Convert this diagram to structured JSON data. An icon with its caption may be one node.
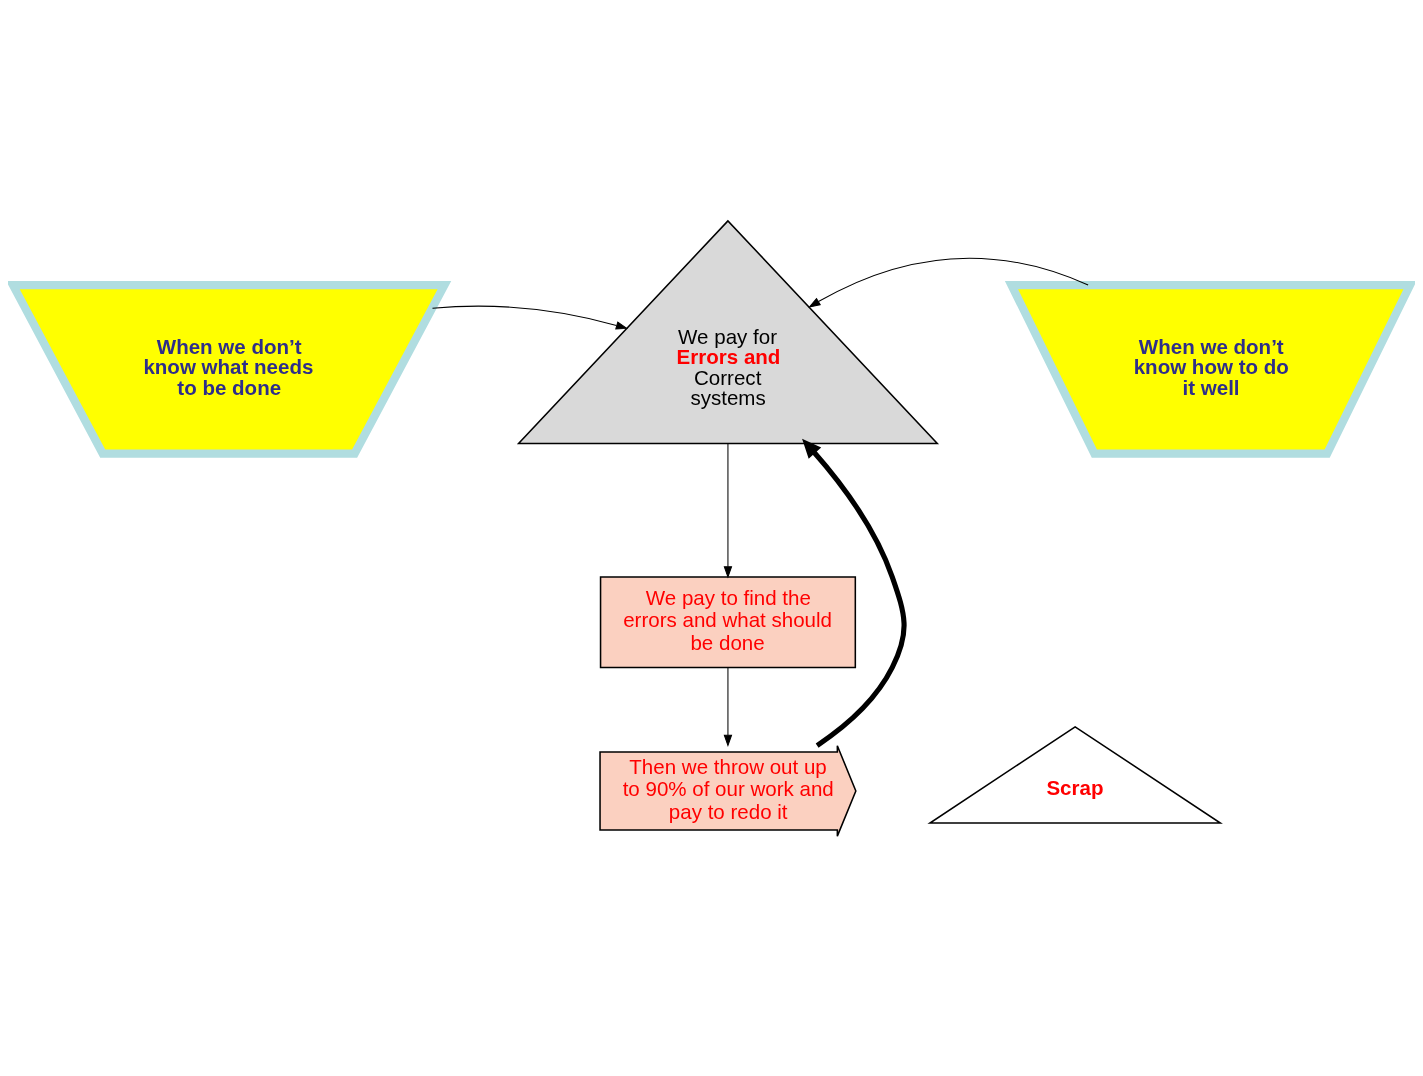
{
  "diagram": {
    "nodes": [
      {
        "text": [
          "When we don’t know what needs to be done"
        ]
      },
      {
        "text": [
          "We pay for",
          "Errors and",
          "Correct",
          "systems"
        ]
      },
      {
        "text": [
          "When we don’t know how to do it well"
        ]
      },
      {
        "text": [
          "We pay to find the errors and what should be done"
        ]
      },
      {
        "text": [
          "Then we throw out up to 90% of our work and pay to redo it"
        ]
      },
      {
        "text": [
          "Scrap"
        ]
      }
    ],
    "edges": [
      {
        "from": 0,
        "to": 1,
        "arrow": "to"
      },
      {
        "from": 2,
        "to": 1,
        "arrow": "to"
      },
      {
        "from": 1,
        "to": 3,
        "arrow": "to"
      },
      {
        "from": 3,
        "to": 4,
        "arrow": "to"
      },
      {
        "from": 4,
        "to": 1,
        "arrow": "to",
        "style": "thick"
      }
    ]
  }
}
